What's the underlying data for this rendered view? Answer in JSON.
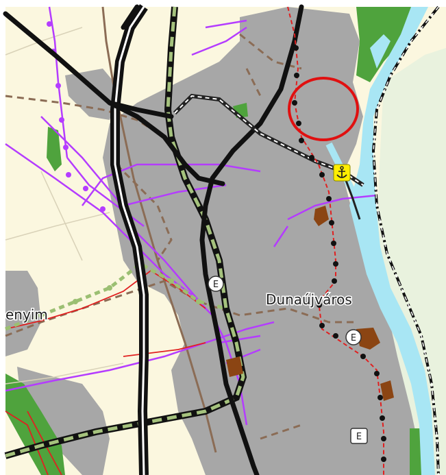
{
  "map": {
    "place_labels": {
      "city": "Dunaújváros",
      "partial_town": "enyim"
    },
    "markers": {
      "e_1": "E",
      "e_2": "E",
      "e_3": "E"
    },
    "harbor_icon": "anchor-icon",
    "highlight": "red-circle",
    "colors": {
      "land": "#fbf7df",
      "urban": "#a7a7a7",
      "river": "#a8e6f4",
      "forest": "#4fa33d",
      "rail": "#111111",
      "highway_border": "#111111",
      "power_line": "#b43cff",
      "road_brown": "#8b6c55",
      "road_red": "#e02020",
      "circle": "#e01010",
      "anchor_bg": "#ffee00"
    }
  }
}
